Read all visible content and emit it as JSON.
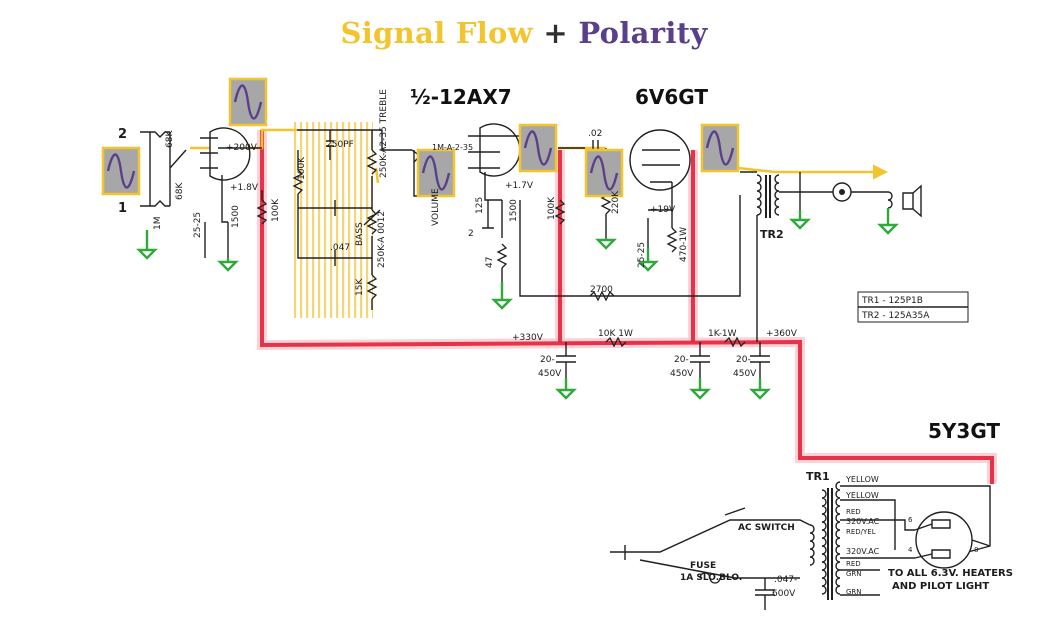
{
  "title": {
    "part1": "Signal Flow",
    "plus": "+",
    "part2": "Polarity"
  },
  "colors": {
    "signal": "#f2c42e",
    "polarity": "#5a3f8a",
    "high_voltage": "#e2223a",
    "ground": "#2faa3a"
  },
  "tubes": {
    "preamp": "½-12AX7",
    "power": "6V6GT",
    "rectifier": "5Y3GT"
  },
  "inputs": {
    "in2": "2",
    "in1": "1"
  },
  "components": {
    "r_68k_a": "68K",
    "r_68k_b": "68K",
    "r_1m": "1M",
    "c_25_25": "25-25",
    "r_1500_a": "1500",
    "v_200": "+200V",
    "v_1_8": "+1.8V",
    "r_100k_a": "100K",
    "r_100k_b": "100K",
    "c_250pf": "250PF",
    "r_100k_tone": "100K",
    "treble": "250K-A2-35 TREBLE",
    "c_047": ".047",
    "bass": "BASS",
    "bass_pot": "250K-A 0012",
    "r_15k": "15K",
    "volume": "VOLUME",
    "volume_pot": "1M-A-2-35",
    "c_125": "125",
    "r_1500_b": "1500",
    "v_1_7": "+1.7V",
    "r_2": "2",
    "r_47": "47",
    "c_02": ".02",
    "r_220k": "220K",
    "v_19": "+19V",
    "c_25_b": "25-25",
    "r_470": "470-1W",
    "r_2700": "2700",
    "v_330": "+330V",
    "r_10k": "10K 1W",
    "r_1k": "1K-1W",
    "v_360": "+360V",
    "cap_20_a": "20-",
    "cap_450_a": "450V",
    "cap_20_b": "20-",
    "cap_450_b": "450V",
    "cap_20_c": "20-",
    "cap_450_c": "450V",
    "tr1_spec": "TR1 - 125P1B",
    "tr2_spec": "TR2 - 125A35A",
    "tr2": "TR2",
    "tr1": "TR1"
  },
  "transformer_taps": {
    "yellow1": "YELLOW",
    "yellow2": "YELLOW",
    "red1": "RED",
    "v320a": "320V.AC",
    "redyel": "RED/YEL",
    "v320b": "320V.AC",
    "red2": "RED",
    "grn1": "GRN",
    "grn2": "GRN",
    "pin6": "6",
    "pin4": "4",
    "pin8": "8"
  },
  "mains": {
    "ac_switch": "AC SWITCH",
    "fuse": "FUSE",
    "fuse_rating": "1A SLO.BLO.",
    "cap": ".047-",
    "cap_v": "600V",
    "heater_note_1": "TO ALL 6.3V. HEATERS",
    "heater_note_2": "AND PILOT LIGHT"
  }
}
